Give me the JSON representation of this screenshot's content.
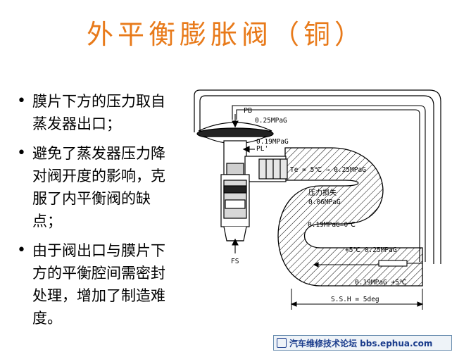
{
  "title": "外平衡膨胀阀（铜）",
  "bullets": [
    "膜片下方的压力取自蒸发器出口；",
    "避免了蒸发器压力降对阀开度的影响，克服了内平衡阀的缺点；",
    "由于阀出口与膜片下方的平衡腔间需密封处理，增加了制造难度。"
  ],
  "diagram": {
    "pb_label": "PB",
    "pb_value": "0.25MPaG",
    "pl_value": "0.19MPaG",
    "pl_label": "PL'",
    "te_label": "Te = 5℃ → 0.25MPaG",
    "loss_label": "压力损失",
    "loss_value": "0.06MPaG",
    "mid_label": "0.19MPaG=0℃",
    "inner_label": "+5℃  0.25MPaG",
    "outlet_label": "0.19MPaG  +5℃",
    "ssh_label": "S.S.H = 5deg",
    "fs_label": "FS"
  },
  "footer": {
    "text": "汽车维修技术论坛 bbs.ephua.com"
  }
}
